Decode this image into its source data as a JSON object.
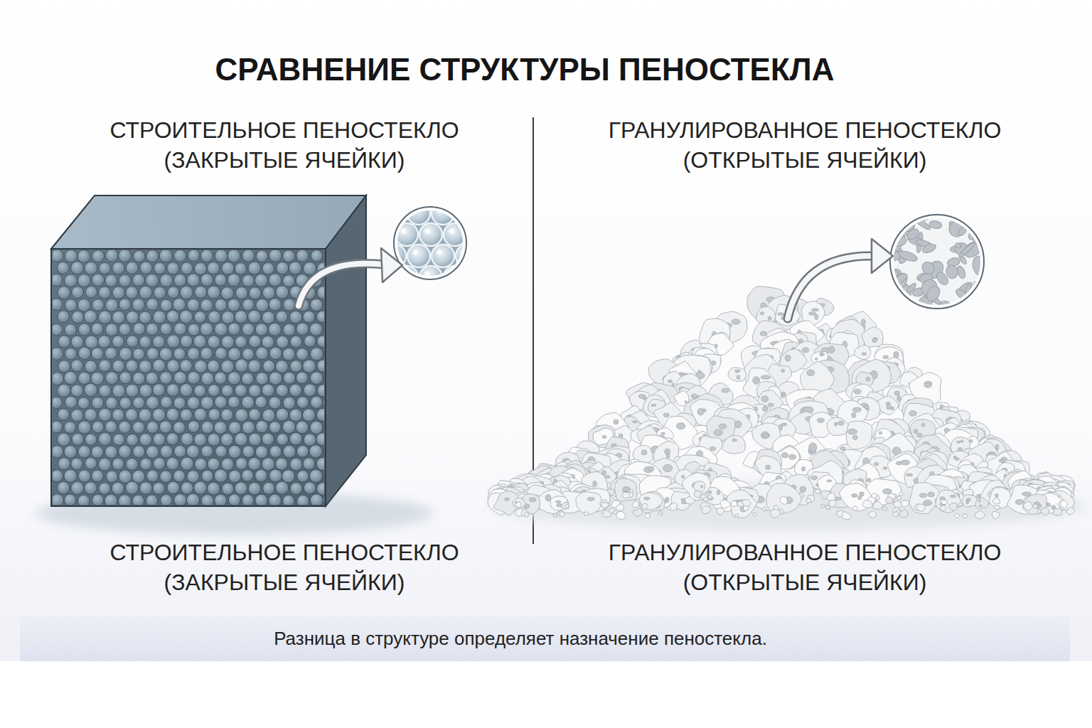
{
  "diagram": {
    "title": "СРАВНЕНИЕ СТРУКТУРЫ ПЕНОСТЕКЛА",
    "caption": "Разница в структуре определяет назначение пеностекла.",
    "labels": [
      "СТРОИТЕЛЬНОЕ ПЕНОСТЕКЛО (ЗАКРЫТЫЕ ЯЧЕЙКИ)",
      "ГРАНУЛИРОВАННОЕ ПЕНОСТЕКЛО (ОТКРЫТЫЕ ЯЧЕЙКИ)",
      "СТРОИТЕЛЬНОЕ ПЕНОСТЕКЛО (ЗАКРЫТЫЕ ЯЧЕЙКИ)",
      "ГРАНУЛИРОВАННОЕ ПЕНОСТЕКЛО (ОТКРЫТЫЕ ЯЧЕЙКИ)"
    ]
  }
}
